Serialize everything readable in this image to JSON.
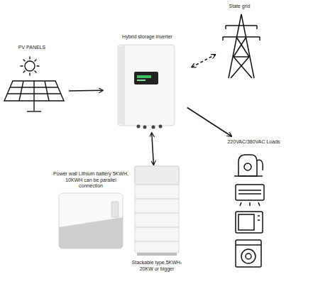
{
  "diagram": {
    "nodes": [
      {
        "text": [
          "PV PANELS"
        ]
      },
      {
        "text": [
          "Hybrid storage inverter"
        ]
      },
      {
        "text": [
          "State grid"
        ]
      },
      {
        "text": [
          "220VAC/380VAC Loads"
        ]
      },
      {
        "text": [
          "Power wall Lithium battery 5KWH, 10KWH can be parallel connection"
        ]
      },
      {
        "text": [
          "Stackable type,5KWH-20KW or bigger"
        ]
      }
    ],
    "edges": [
      {
        "from": 0,
        "to": 1,
        "arrow": "to"
      },
      {
        "from": 1,
        "to": 2,
        "arrow": "both"
      },
      {
        "from": 1,
        "to": 3,
        "arrow": "to"
      },
      {
        "from": 1,
        "to": 5,
        "arrow": "both"
      }
    ]
  }
}
